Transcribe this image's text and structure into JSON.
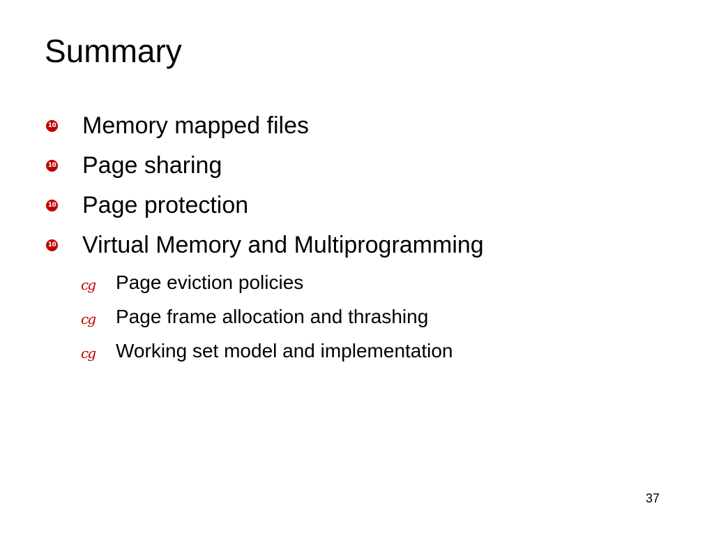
{
  "slide": {
    "title": "Summary",
    "bullets": [
      "Memory mapped files",
      "Page sharing",
      "Page protection",
      "Virtual Memory and Multiprogramming"
    ],
    "subbullets": [
      "Page eviction policies",
      "Page frame allocation and thrashing",
      "Working set model and implementation"
    ],
    "page_number": "37",
    "accent_color": "#c00000",
    "bullet_icon": "numbered-circle-icon",
    "subbullet_icon": "script-glyph-icon"
  }
}
